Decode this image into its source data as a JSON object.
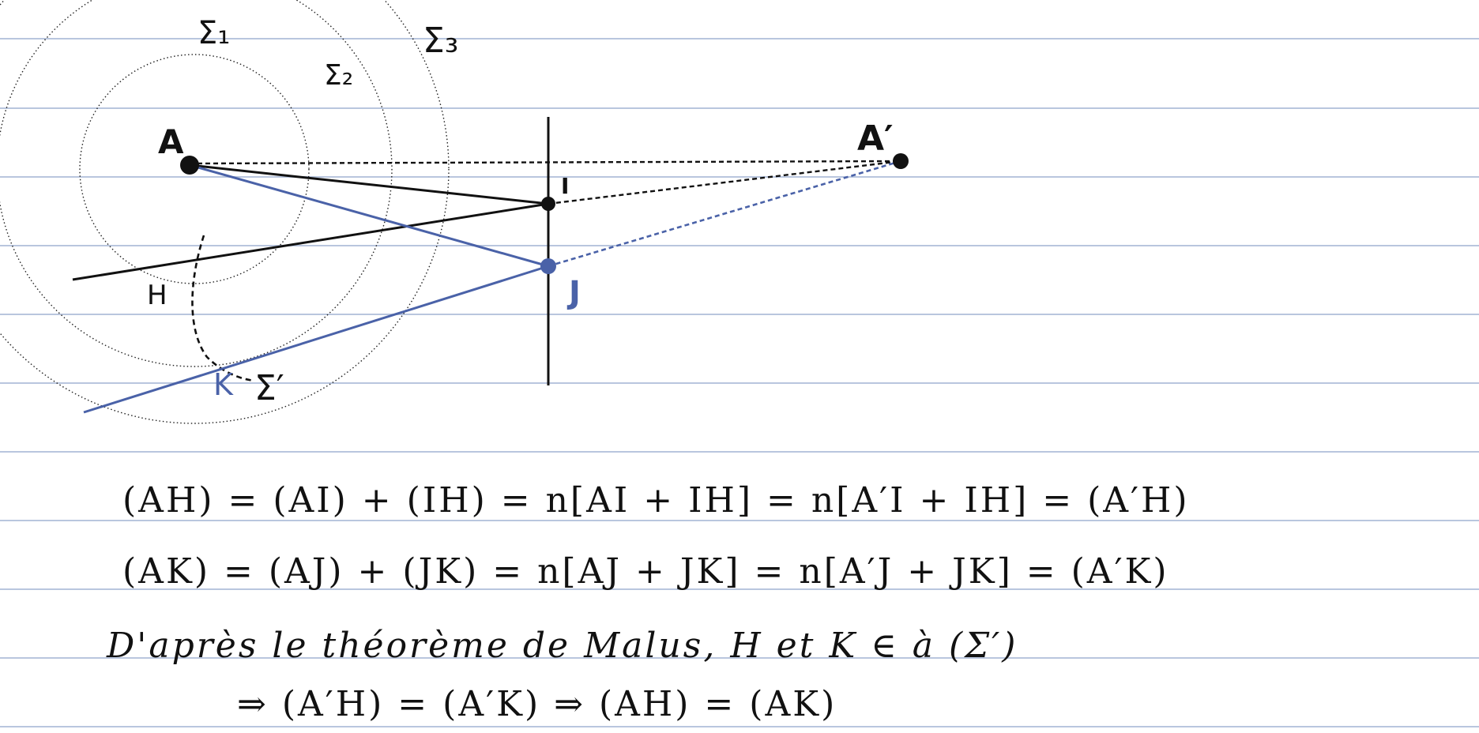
{
  "labels": {
    "sigma1": "Σ₁",
    "sigma2": "Σ₂",
    "sigma3": "Σ₃",
    "A": "A",
    "A_prime": "A′",
    "I": "I",
    "J": "J",
    "H": "H",
    "K": "K",
    "sigma_prime": "Σ′"
  },
  "equations": {
    "line1": "(AH) = (AI) + (IH) = n[AI + IH] = n[A′I + IH] = (A′H)",
    "line2": "(AK) = (AJ) + (JK) = n[AJ + JK] = n[A′J + JK] = (A′K)",
    "line3": "D'après le théorème de Malus, H et K ∈ à (Σ′)",
    "line4": "⇒  (A′H) = (A′K)  ⇒  (AH) = (AK)"
  },
  "colors": {
    "ink": "#111111",
    "blue_ink": "#4a62a8",
    "ruled_line": "#b9c6de",
    "paper": "#ffffff"
  }
}
